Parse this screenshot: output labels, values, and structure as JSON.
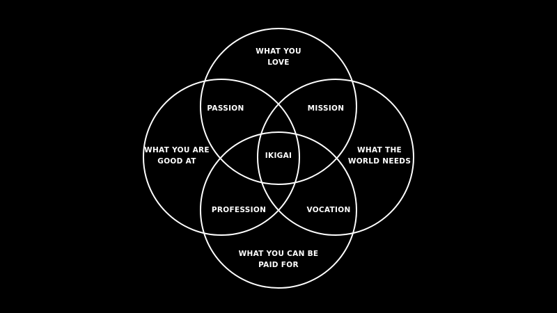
{
  "colors": {
    "background": "#000000",
    "stroke": "#ffffff",
    "text": "#ffffff"
  },
  "circles": {
    "love": [
      "WHAT YOU",
      "LOVE"
    ],
    "good_at": [
      "WHAT YOU ARE",
      "GOOD AT"
    ],
    "world_needs": [
      "WHAT THE",
      "WORLD NEEDS"
    ],
    "paid_for": [
      "WHAT YOU CAN BE",
      "PAID FOR"
    ]
  },
  "intersections": {
    "passion": "PASSION",
    "mission": "MISSION",
    "profession": "PROFESSION",
    "vocation": "VOCATION",
    "center": "IKIGAI"
  }
}
